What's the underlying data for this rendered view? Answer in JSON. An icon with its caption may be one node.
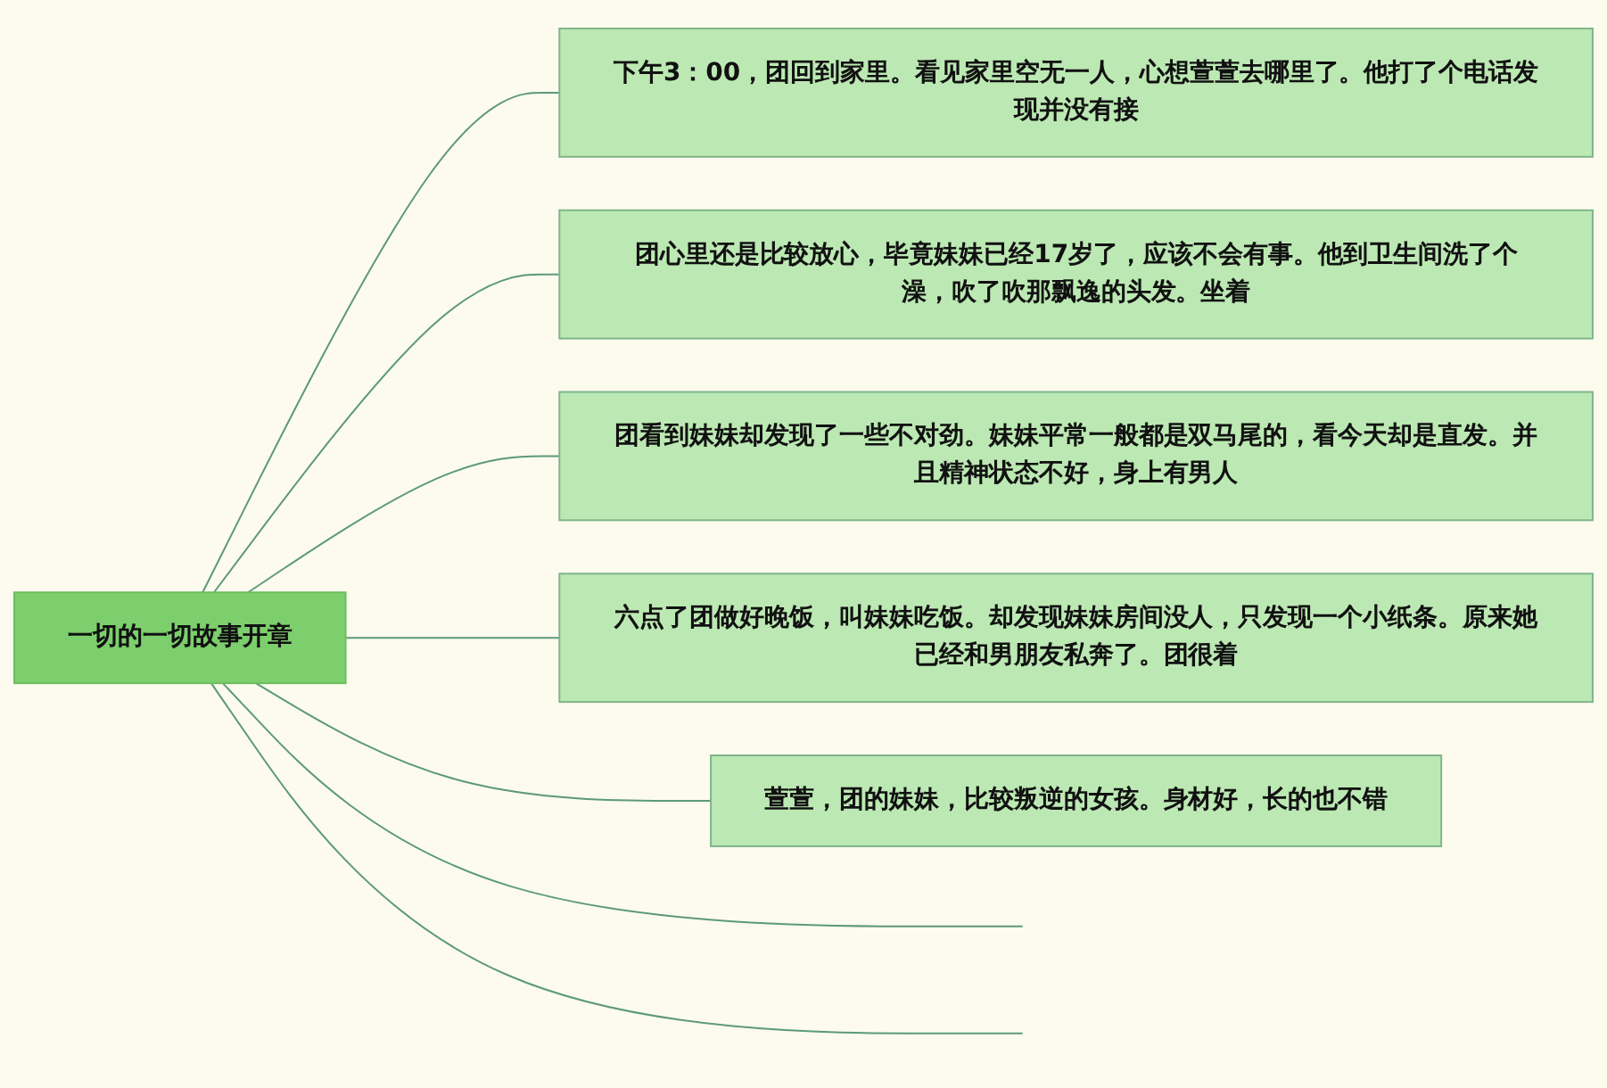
{
  "diagram": {
    "nodes": [
      {
        "text": [
          "一切的一切故事开章"
        ]
      },
      {
        "text": [
          "下午3：00，团回到家里。看见家里空无一人，心想萱萱去哪里了。他打了个电话发现并没有接"
        ]
      },
      {
        "text": [
          "团心里还是比较放心，毕竟妹妹已经17岁了，应该不会有事。他到卫生间洗了个澡，吹了吹那飘逸的头发。坐着"
        ]
      },
      {
        "text": [
          "团看到妹妹却发现了一些不对劲。妹妹平常一般都是双马尾的，看今天却是直发。并且精神状态不好，身上有男人"
        ]
      },
      {
        "text": [
          "六点了团做好晚饭，叫妹妹吃饭。却发现妹妹房间没人，只发现一个小纸条。原来她已经和男朋友私奔了。团很着"
        ]
      },
      {
        "text": [
          "萱萱，团的妹妹，比较叛逆的女孩。身材好，长的也不错"
        ]
      }
    ],
    "edges": [
      {
        "from": 0,
        "to": 1,
        "arrow": "none"
      },
      {
        "from": 0,
        "to": 2,
        "arrow": "none"
      },
      {
        "from": 0,
        "to": 3,
        "arrow": "none"
      },
      {
        "from": 0,
        "to": 4,
        "arrow": "none"
      },
      {
        "from": 0,
        "to": 5,
        "arrow": "none"
      },
      {
        "from": 0,
        "to": null,
        "arrow": "none"
      },
      {
        "from": 0,
        "to": null,
        "arrow": "none"
      }
    ]
  }
}
